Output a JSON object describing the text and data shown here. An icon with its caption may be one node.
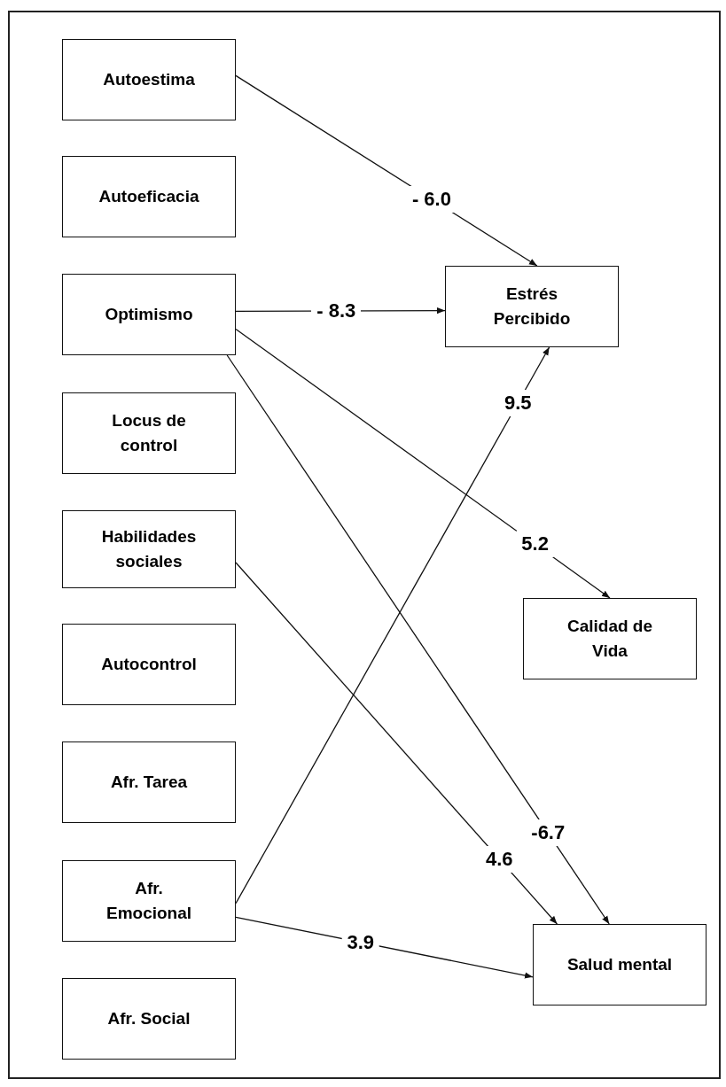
{
  "diagram": {
    "nodes": [
      {
        "text": [
          "Autoestima"
        ]
      },
      {
        "text": [
          "Autoeficacia"
        ]
      },
      {
        "text": [
          "Optimismo"
        ]
      },
      {
        "text": [
          "Locus de control"
        ]
      },
      {
        "text": [
          "Habilidades sociales"
        ]
      },
      {
        "text": [
          "Autocontrol"
        ]
      },
      {
        "text": [
          "Afr. Tarea"
        ]
      },
      {
        "text": [
          "Afr. Emocional"
        ]
      },
      {
        "text": [
          "Afr. Social"
        ]
      },
      {
        "text": [
          "Estrés Percibido"
        ]
      },
      {
        "text": [
          "Calidad de Vida"
        ]
      },
      {
        "text": [
          "Salud mental"
        ]
      }
    ],
    "edges": [
      {
        "from": 0,
        "to": 9,
        "arrow": "to",
        "label": "- 6.0"
      },
      {
        "from": 2,
        "to": 9,
        "arrow": "to",
        "label": "- 8.3"
      },
      {
        "from": 2,
        "to": 10,
        "arrow": "to",
        "label": "5.2"
      },
      {
        "from": 2,
        "to": 11,
        "arrow": "to",
        "label": "-6.7"
      },
      {
        "from": 4,
        "to": 11,
        "arrow": "to",
        "label": "4.6"
      },
      {
        "from": 7,
        "to": 9,
        "arrow": "to",
        "label": "9.5"
      },
      {
        "from": 7,
        "to": 11,
        "arrow": "to",
        "label": "3.9"
      }
    ]
  }
}
